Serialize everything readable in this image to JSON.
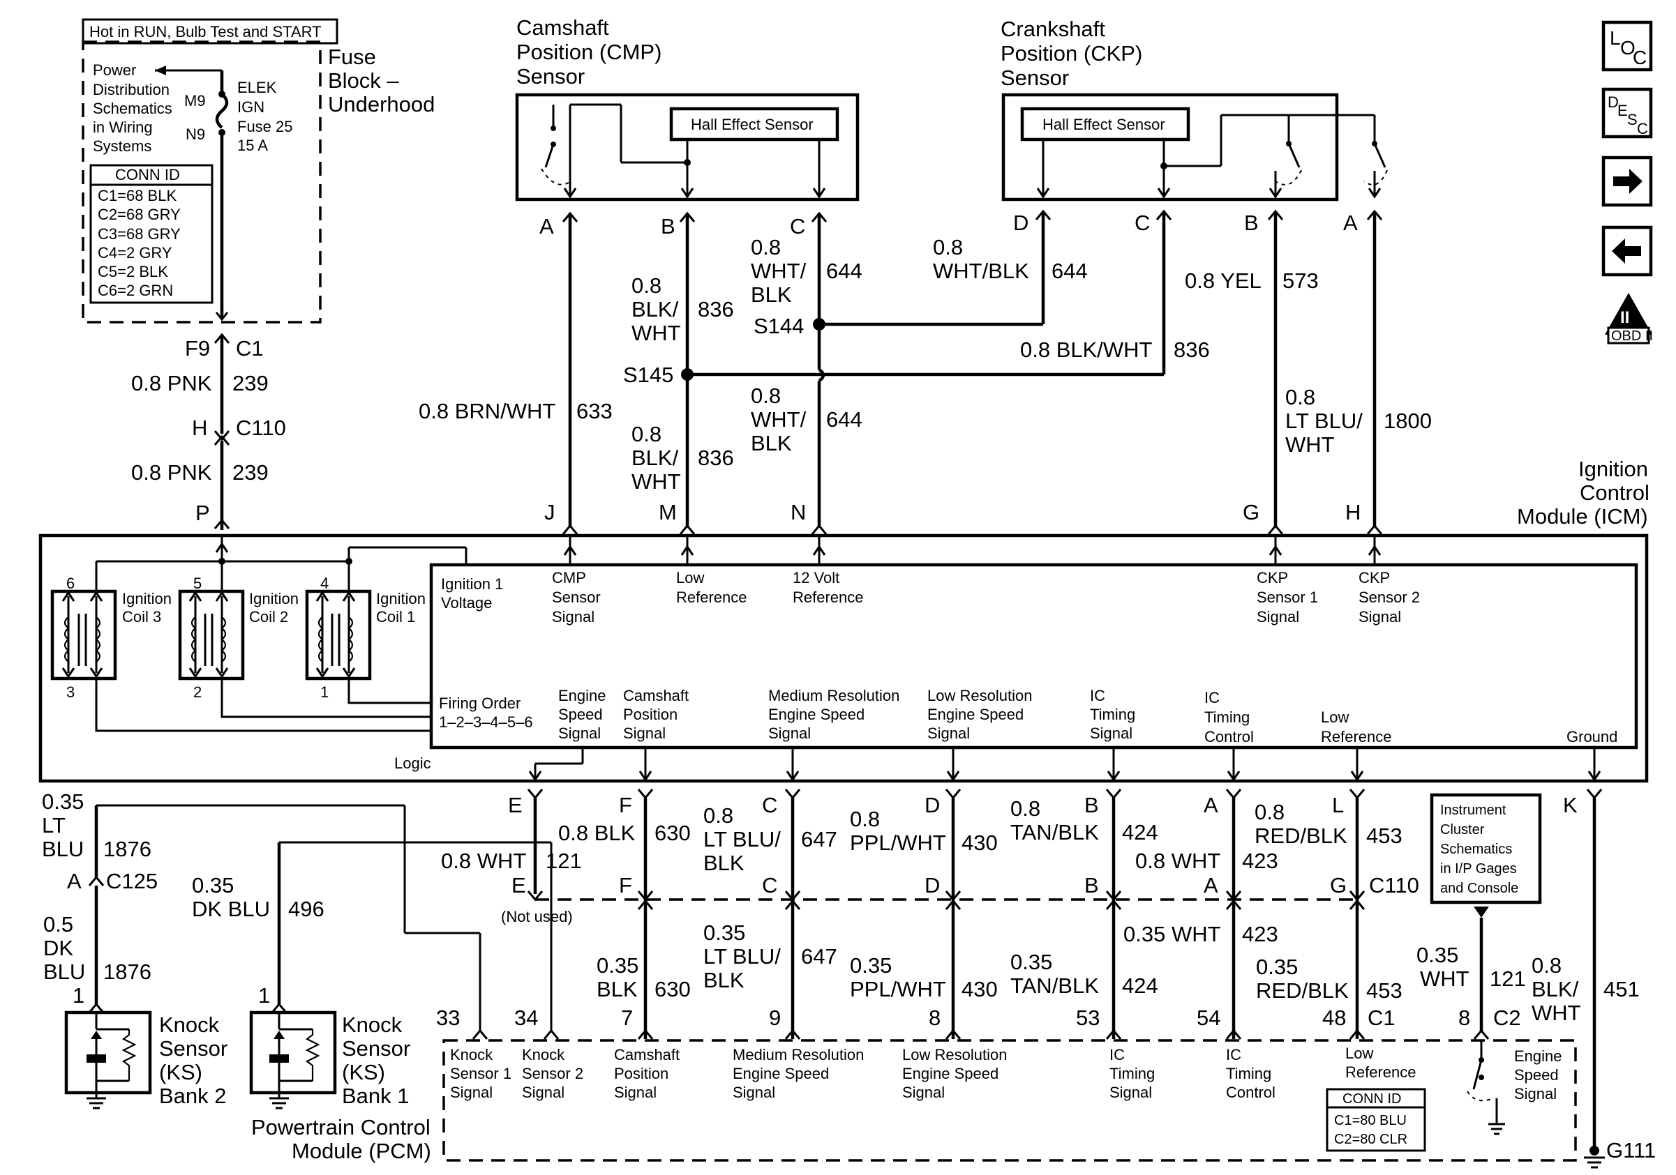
{
  "fuse_block": {
    "hot_label": "Hot in RUN, Bulb Test and START",
    "power_dist": [
      "Power",
      "Distribution",
      "Schematics",
      "in Wiring",
      "Systems"
    ],
    "pin_m9": "M9",
    "pin_n9": "N9",
    "fuse_text": [
      "ELEK",
      "IGN",
      "Fuse 25",
      "15 A"
    ],
    "title": [
      "Fuse",
      "Block –",
      "Underhood"
    ],
    "conn_id_title": "CONN ID",
    "conn_ids": [
      "C1=68 BLK",
      "C2=68 GRY",
      "C3=68 GRY",
      "C4=2 GRY",
      "C5=2 BLK",
      "C6=2 GRN"
    ]
  },
  "fuse_feed": {
    "f9": "F9",
    "c1": "C1",
    "w1_size_color": "0.8 PNK",
    "w1_circuit": "239",
    "h": "H",
    "c110": "C110",
    "w2_size_color": "0.8 PNK",
    "w2_circuit": "239",
    "p": "P"
  },
  "cmp_sensor": {
    "title": [
      "Camshaft",
      "Position (CMP)",
      "Sensor"
    ],
    "hall": "Hall Effect Sensor",
    "pins": [
      "A",
      "B",
      "C"
    ]
  },
  "ckp_sensor": {
    "title": [
      "Crankshaft",
      "Position (CKP)",
      "Sensor"
    ],
    "hall": "Hall Effect Sensor",
    "pins": [
      "D",
      "C",
      "B",
      "A"
    ]
  },
  "upper_wires": {
    "brn_size_color": "0.8 BRN/WHT",
    "brn_circuit": "633",
    "blk_a": [
      "0.8",
      "BLK/",
      "WHT"
    ],
    "blk_a_circuit": "836",
    "s145": "S145",
    "blk_b": [
      "0.8",
      "BLK/",
      "WHT"
    ],
    "blk_b_circuit": "836",
    "wht_a": [
      "0.8",
      "WHT/",
      "BLK"
    ],
    "wht_a_circuit": "644",
    "s144": "S144",
    "wht_b": [
      "0.8",
      "WHT/",
      "BLK"
    ],
    "wht_b_circuit": "644",
    "ckp_d_size": "0.8",
    "ckp_d_color": "WHT/BLK",
    "ckp_d_circuit": "644",
    "ckp_c_size_color": "0.8 BLK/WHT",
    "ckp_c_circuit": "836",
    "ckp_b_size_color": "0.8 YEL",
    "ckp_b_circuit": "573",
    "ckp_a": [
      "0.8",
      "LT BLU/",
      "WHT"
    ],
    "ckp_a_circuit": "1800"
  },
  "icm": {
    "title": [
      "Ignition",
      "Control",
      "Module (ICM)"
    ],
    "pins_top": [
      "J",
      "M",
      "N",
      "G",
      "H"
    ],
    "coils": [
      {
        "num_top": "6",
        "num_bot": "3",
        "label": [
          "Ignition",
          "Coil 3"
        ]
      },
      {
        "num_top": "5",
        "num_bot": "2",
        "label": [
          "Ignition",
          "Coil 2"
        ]
      },
      {
        "num_top": "4",
        "num_bot": "1",
        "label": [
          "Ignition",
          "Coil 1"
        ]
      }
    ],
    "ign1": [
      "Ignition 1",
      "Voltage"
    ],
    "cmp_signal": [
      "CMP",
      "Sensor",
      "Signal"
    ],
    "low_ref": [
      "Low",
      "Reference"
    ],
    "twelve_v": [
      "12 Volt",
      "Reference"
    ],
    "ckp1": [
      "CKP",
      "Sensor 1",
      "Signal"
    ],
    "ckp2": [
      "CKP",
      "Sensor 2",
      "Signal"
    ],
    "firing": [
      "Firing Order",
      "1–2–3–4–5–6"
    ],
    "engine_speed": [
      "Engine",
      "Speed",
      "Signal"
    ],
    "cam_pos": [
      "Camshaft",
      "Position",
      "Signal"
    ],
    "med_res": [
      "Medium Resolution",
      "Engine Speed",
      "Signal"
    ],
    "low_res": [
      "Low Resolution",
      "Engine Speed",
      "Signal"
    ],
    "ic_timing": [
      "IC",
      "Timing",
      "Signal"
    ],
    "ic_control": [
      "IC",
      "Timing",
      "Control"
    ],
    "low_ref2": [
      "Low",
      "Reference"
    ],
    "ground": "Ground",
    "logic": "Logic"
  },
  "lower_pins": {
    "icm_pins": [
      "E",
      "F",
      "C",
      "D",
      "B",
      "A",
      "L",
      "K"
    ],
    "c110_pins": [
      "E",
      "F",
      "C",
      "D",
      "B",
      "A",
      "G"
    ],
    "c110": "C110",
    "not_used": "(Not used)"
  },
  "lower_wires": {
    "e_top": "0.8 WHT",
    "e_top_c": "121",
    "f_top": "0.8 BLK",
    "f_top_c": "630",
    "c_top": [
      "0.8",
      "LT BLU/",
      "BLK"
    ],
    "c_top_c": "647",
    "d_top": [
      "0.8",
      "PPL/WHT"
    ],
    "d_top_c": "430",
    "b_top": [
      "0.8",
      "TAN/BLK"
    ],
    "b_top_c": "424",
    "a_top": "0.8 WHT",
    "a_top_c": "423",
    "l_top": [
      "0.8",
      "RED/BLK"
    ],
    "l_top_c": "453",
    "f_bot": [
      "0.35",
      "BLK"
    ],
    "f_bot_c": "630",
    "c_bot": [
      "0.35",
      "LT BLU/",
      "BLK"
    ],
    "c_bot_c": "647",
    "d_bot": [
      "0.35",
      "PPL/WHT"
    ],
    "d_bot_c": "430",
    "b_bot": [
      "0.35",
      "TAN/BLK"
    ],
    "b_bot_c": "424",
    "a_bot": "0.35 WHT",
    "a_bot_c": "423",
    "g_bot": [
      "0.35",
      "RED/BLK"
    ],
    "g_bot_c": "453",
    "ic_wire": [
      "0.35",
      "WHT"
    ],
    "ic_wire_c": "121",
    "gnd_wire": [
      "0.8",
      "BLK/",
      "WHT"
    ],
    "gnd_wire_c": "451",
    "ks2_top": [
      "0.35",
      "LT",
      "BLU"
    ],
    "ks2_top_c": "1876",
    "ks2_a": "A",
    "ks2_c125": "C125",
    "ks2_bot": [
      "0.5",
      "DK",
      "BLU"
    ],
    "ks2_bot_c": "1876",
    "ks1": [
      "0.35",
      "DK BLU"
    ],
    "ks1_c": "496"
  },
  "instrument_cluster": [
    "Instrument",
    "Cluster",
    "Schematics",
    "in I/P Gages",
    "and Console"
  ],
  "knock_sensors": {
    "bank2": [
      "Knock",
      "Sensor",
      "(KS)",
      "Bank 2"
    ],
    "bank1": [
      "Knock",
      "Sensor",
      "(KS)",
      "Bank 1"
    ],
    "pin": "1"
  },
  "pcm": {
    "title": [
      "Powertrain Control",
      "Module (PCM)"
    ],
    "pins": [
      "33",
      "34",
      "7",
      "9",
      "8",
      "53",
      "54",
      "48"
    ],
    "c1": "C1",
    "pin8": "8",
    "c2": "C2",
    "ks1_sig": [
      "Knock",
      "Sensor 1",
      "Signal"
    ],
    "ks2_sig": [
      "Knock",
      "Sensor 2",
      "Signal"
    ],
    "cam_sig": [
      "Camshaft",
      "Position",
      "Signal"
    ],
    "med_sig": [
      "Medium Resolution",
      "Engine Speed",
      "Signal"
    ],
    "low_sig": [
      "Low Resolution",
      "Engine Speed",
      "Signal"
    ],
    "ict_sig": [
      "IC",
      "Timing",
      "Signal"
    ],
    "icc_sig": [
      "IC",
      "Timing",
      "Control"
    ],
    "lowref_sig": [
      "Low",
      "Reference"
    ],
    "eng_speed": [
      "Engine",
      "Speed",
      "Signal"
    ],
    "conn_id_title": "CONN ID",
    "conn_ids": [
      "C1=80 BLU",
      "C2=80 CLR"
    ]
  },
  "ground_g111": "G111",
  "nav": {
    "loc": [
      "L",
      "O",
      "C"
    ],
    "desc": [
      "D",
      "E",
      "S",
      "C"
    ],
    "next_icon": "arrow-right-icon",
    "prev_icon": "arrow-left-icon",
    "obd_roman": "II",
    "obd_label": "OBD II"
  }
}
